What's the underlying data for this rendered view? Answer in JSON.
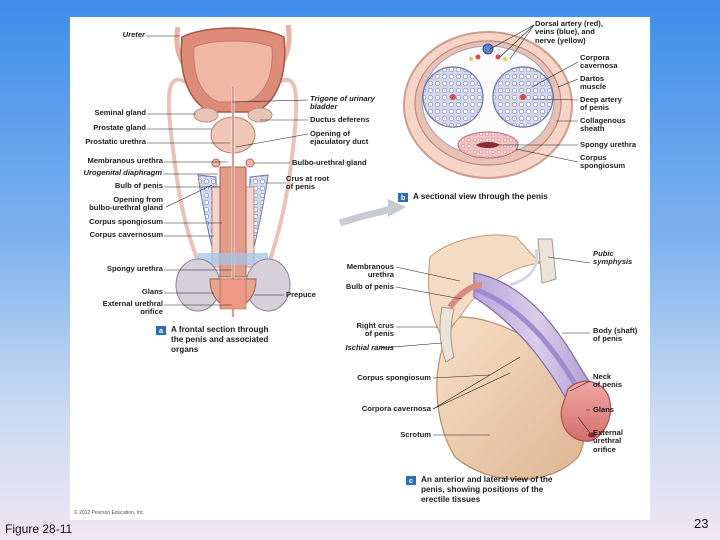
{
  "panel_a": {
    "badge": "a",
    "caption": "A frontal section through\nthe penis and associated\norgans",
    "labels": {
      "ureter": "Ureter",
      "seminal_gland": "Seminal gland",
      "prostate_gland": "Prostate gland",
      "prostatic_urethra": "Prostatic urethra",
      "membranous_urethra": "Membranous urethra",
      "urogenital_diaphragm": "Urogenital diaphragm",
      "bulb_of_penis": "Bulb of penis",
      "opening_bulbo": "Opening from\nbulbo-urethral gland",
      "corpus_spongiosum": "Corpus spongiosum",
      "corpus_cavernosum": "Corpus cavernosum",
      "spongy_urethra": "Spongy urethra",
      "glans": "Glans",
      "external_orifice": "External urethral\norifice",
      "trigone": "Trigone of urinary\nbladder",
      "ductus_deferens": "Ductus deferens",
      "opening_ejaculatory": "Opening of\nejaculatory duct",
      "bulbo_urethral_gland": "Bulbo-urethral gland",
      "crus_at_root": "Crus at root\nof penis",
      "prepuce": "Prepuce"
    }
  },
  "panel_b": {
    "badge": "b",
    "caption": "A sectional view through the penis",
    "labels": {
      "dorsal_artery": "Dorsal artery (red),\nveins (blue), and\nnerve (yellow)",
      "corpora_cavernosa": "Corpora\ncavernosa",
      "dartos": "Dartos\nmuscle",
      "deep_artery": "Deep artery\nof penis",
      "collagenous_sheath": "Collagenous\nsheath",
      "spongy_urethra": "Spongy urethra",
      "corpus_spongiosum": "Corpus\nspongiosum"
    }
  },
  "panel_c": {
    "badge": "c",
    "caption": "An anterior and lateral view of the\npenis, showing positions of the\nerectile tissues",
    "labels": {
      "membranous_urethra": "Membranous\nurethra",
      "bulb_of_penis": "Bulb of penis",
      "right_crus": "Right crus\nof penis",
      "ischial_ramus": "Ischial ramus",
      "corpus_spongiosum": "Corpus spongiosum",
      "corpora_cavernosa": "Corpora cavernosa",
      "scrotum": "Scrotum",
      "pubic_symphysis": "Pubic\nsymphysis",
      "body_shaft": "Body (shaft)\nof penis",
      "neck": "Neck\nof penis",
      "glans": "Glans",
      "external_orifice": "External\nurethral\norifice"
    }
  },
  "copyright": "© 2012 Pearson Education, Inc.",
  "figure_label": "Figure 28-11",
  "page_number": "23",
  "colors": {
    "muscle": "#d9826f",
    "bladder": "#e8a08a",
    "spongy_tissue": "#c9cfe8",
    "skin": "#f0d2b4",
    "badge": "#2c6db5"
  }
}
